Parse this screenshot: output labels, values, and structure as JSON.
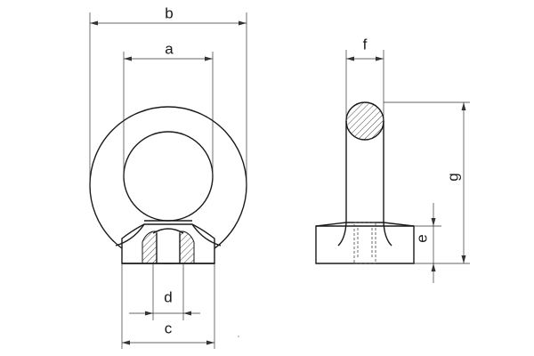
{
  "dimensions": {
    "a": "a",
    "b": "b",
    "c": "c",
    "d": "d",
    "e": "e",
    "f": "f",
    "g": "g"
  }
}
